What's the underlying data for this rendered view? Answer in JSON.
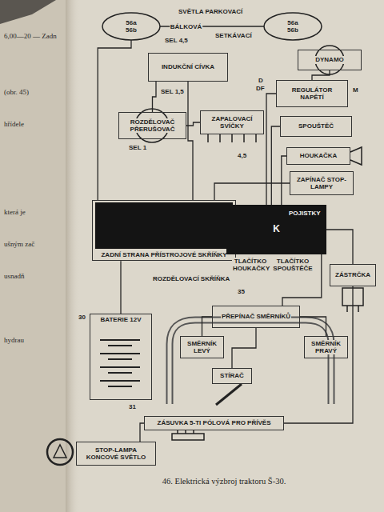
{
  "diagram": {
    "caption": "46. Elektrická výzbroj traktoru Š-30.",
    "nodes": [
      {
        "text": [
          "56a",
          "56b"
        ]
      },
      {
        "text": [
          "56a",
          "56b"
        ]
      },
      {
        "text": [
          "INDUKČNÍ CÍVKA"
        ]
      },
      {
        "text": [
          "ROZDĚLOVAČ PŘERUŠOVAČ"
        ]
      },
      {
        "text": [
          "ZAPALOVACÍ SVÍČKY"
        ]
      },
      {
        "text": [
          "DYNAMO"
        ]
      },
      {
        "text": [
          "REGULÁTOR NAPĚTÍ"
        ]
      },
      {
        "text": [
          "SPOUŠTĚČ"
        ]
      },
      {
        "text": [
          "HOUKAČKA"
        ]
      },
      {
        "text": [
          "ZAPÍNAČ STOP-LAMPY"
        ]
      },
      {
        "text": [
          "ZADNÍ STRANA PŘÍSTROJOVÉ SKŘÍŇKY"
        ]
      },
      {
        "text": [
          "K"
        ]
      },
      {
        "text": [
          "ZÁSTRČKA"
        ]
      },
      {
        "text": [
          "BATERIE 12V"
        ]
      },
      {
        "text": [
          "PŘEPÍNAČ SMĚRNÍKŮ"
        ]
      },
      {
        "text": [
          "SMĚRNÍK LEVÝ"
        ]
      },
      {
        "text": [
          "SMĚRNÍK PRAVÝ"
        ]
      },
      {
        "text": [
          "STÍRAČ"
        ]
      },
      {
        "text": [
          "ZÁSUVKA 5-TI PÓLOVÁ PRO PŘÍVĚS"
        ]
      },
      {
        "text": [
          "STOP-LAMPA KONCOVÉ SVĚTLO"
        ]
      }
    ],
    "edges": [
      {
        "from": 0,
        "to": 1,
        "arrow": "none",
        "label": "BÁLKOVÁ"
      },
      {
        "from": 2,
        "to": 10,
        "arrow": "none"
      },
      {
        "from": 3,
        "to": 2,
        "arrow": "none"
      },
      {
        "from": 4,
        "to": 3,
        "arrow": "none"
      },
      {
        "from": 5,
        "to": 6,
        "arrow": "none"
      },
      {
        "from": 6,
        "to": 11,
        "arrow": "none"
      },
      {
        "from": 7,
        "to": 11,
        "arrow": "none"
      },
      {
        "from": 8,
        "to": 11,
        "arrow": "none"
      },
      {
        "from": 9,
        "to": 10,
        "arrow": "none"
      },
      {
        "from": 10,
        "to": 11,
        "arrow": "none"
      },
      {
        "from": 11,
        "to": 12,
        "arrow": "none"
      },
      {
        "from": 13,
        "to": 10,
        "arrow": "none"
      },
      {
        "from": 11,
        "to": 14,
        "arrow": "none"
      },
      {
        "from": 14,
        "to": 15,
        "arrow": "none"
      },
      {
        "from": 14,
        "to": 16,
        "arrow": "none"
      },
      {
        "from": 14,
        "to": 17,
        "arrow": "none"
      },
      {
        "from": 18,
        "to": 19,
        "arrow": "none"
      },
      {
        "from": 12,
        "to": 18,
        "arrow": "none"
      },
      {
        "from": 0,
        "to": 10,
        "arrow": "none"
      }
    ],
    "labels": [
      "SVĚTLA PARKOVACÍ",
      "SETKÁVACÍ",
      "SEL 4,5",
      "SEL 1,5",
      "SEL 1",
      "D",
      "DF",
      "M",
      "4,5",
      "POJISTKY",
      "TLAČÍTKO HOUKAČKY",
      "TLAČÍTKO SPOUŠTĚČE",
      "ROZDĚLOVACÍ SKŘÍŇKA",
      "35",
      "30",
      "31",
      "6,00—20 — Zadn",
      "(obr. 45)",
      "hřídele",
      "která je",
      "ušným zač",
      "usnadň",
      "hydrau"
    ]
  }
}
